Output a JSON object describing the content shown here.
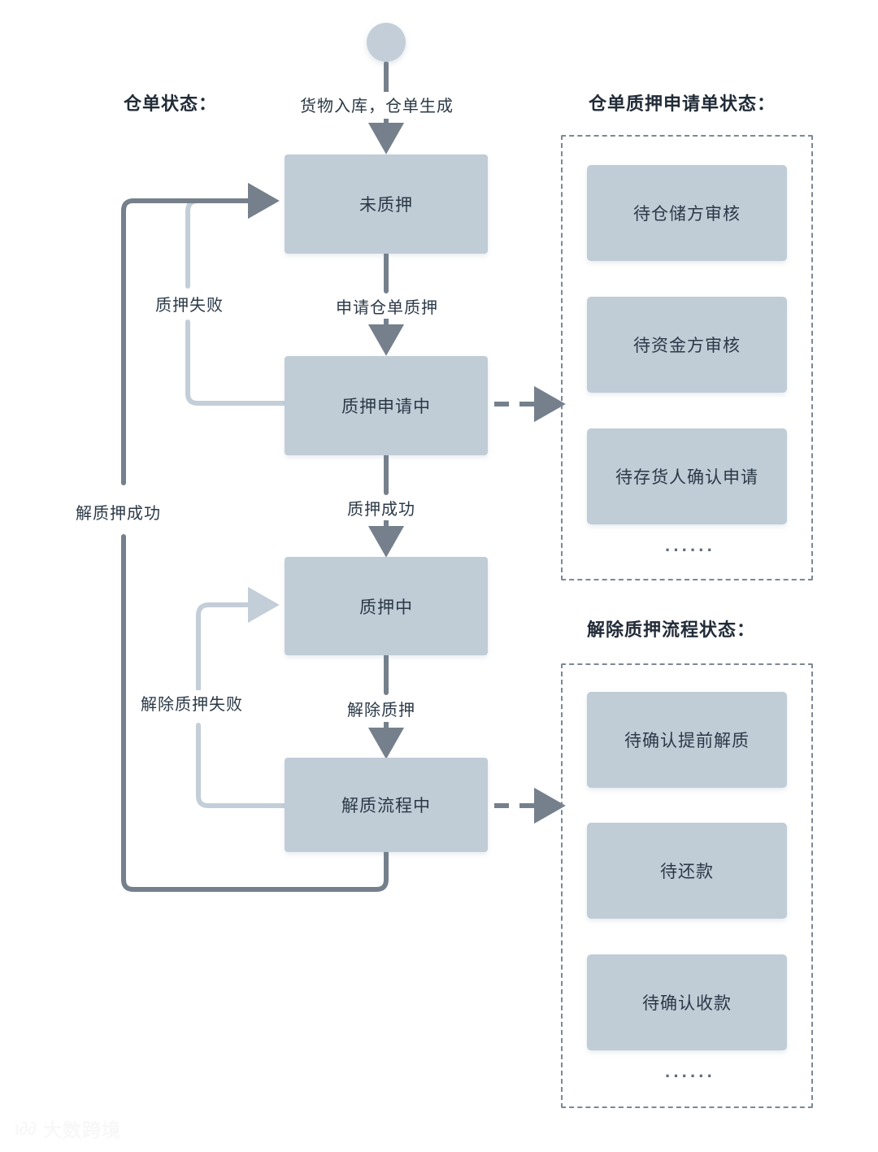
{
  "diagram": {
    "title_warehouse_state": "仓单状态：",
    "title_pledge_application_state": "仓单质押申请单状态：",
    "title_release_pledge_state": "解除质押流程状态：",
    "start_node": "start-circle",
    "main_flow": [
      {
        "id": "not-pledged",
        "label": "未质押"
      },
      {
        "id": "pledge-applying",
        "label": "质押申请中"
      },
      {
        "id": "pledged",
        "label": "质押中"
      },
      {
        "id": "releasing",
        "label": "解质流程中"
      }
    ],
    "edge_labels": {
      "goods_inbound": "货物入库，仓单生成",
      "apply_pledge": "申请仓单质押",
      "pledge_success": "质押成功",
      "release_pledge": "解除质押",
      "pledge_failed": "质押失败",
      "release_failed": "解除质押失败",
      "release_success": "解质押成功"
    },
    "pledge_application_panel": {
      "items": [
        {
          "label": "待仓储方审核"
        },
        {
          "label": "待资金方审核"
        },
        {
          "label": "待存货人确认申请"
        }
      ],
      "more": "······"
    },
    "release_pledge_panel": {
      "items": [
        {
          "label": "待确认提前解质"
        },
        {
          "label": "待还款"
        },
        {
          "label": "待确认收款"
        }
      ],
      "more": "······"
    },
    "colors": {
      "node_fill": "#c0ccd6",
      "dark_line": "#75808c",
      "light_line": "#c3ced8",
      "text": "#2b3947",
      "dashed_border": "#7b8896"
    },
    "watermark": {
      "logo": "ι∂∂",
      "text": "大数跨境"
    }
  }
}
